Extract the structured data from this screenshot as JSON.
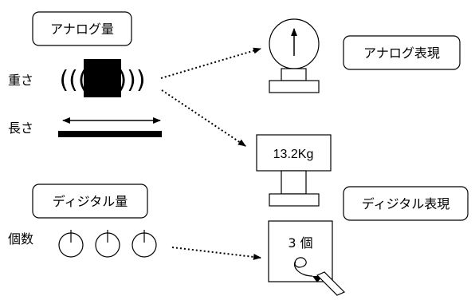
{
  "labels": {
    "analog_quantity": "アナログ量",
    "weight": "重さ",
    "length": "長さ",
    "analog_representation": "アナログ表現",
    "scale_reading": "13.2Kg",
    "digital_quantity": "ディジタル量",
    "digital_representation": "ディジタル表現",
    "count": "個数",
    "note_text": "3 個"
  },
  "icons": {
    "vibration_left": "(((",
    "vibration_right": ")))"
  }
}
